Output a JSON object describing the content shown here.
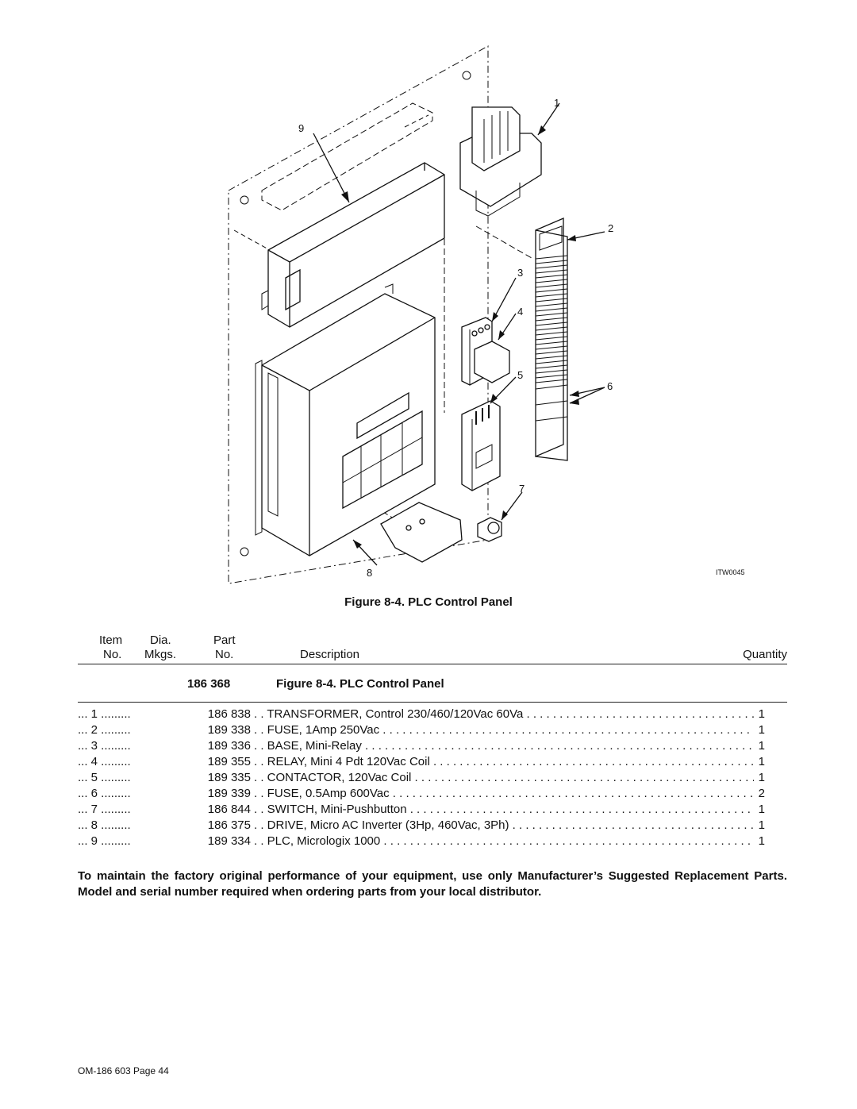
{
  "figure": {
    "callouts": [
      "1",
      "2",
      "3",
      "4",
      "5",
      "6",
      "7",
      "8",
      "9"
    ],
    "code": "ITW0045"
  },
  "figure_caption": "Figure 8-4. PLC Control Panel",
  "table": {
    "headers": {
      "item_top": "Item",
      "item_bottom": "No.",
      "dia_top": "Dia.",
      "dia_bottom": "Mkgs.",
      "part_top": "Part",
      "part_bottom": "No.",
      "description": "Description",
      "quantity": "Quantity"
    },
    "assembly_part": "186 368",
    "assembly_title": "Figure 8-4. PLC Control Panel",
    "rows": [
      {
        "item": "... 1 .........",
        "part": "186 838",
        "desc": ". . TRANSFORMER, Control 230/460/120Vac 60Va . . . . . . . . . . . . . . . . . . . . . . . . . . . . . . . . . . . . . . . .",
        "qty": "1"
      },
      {
        "item": "... 2 .........",
        "part": "189 338",
        "desc": ". . FUSE, 1Amp 250Vac . . . . . . . . . . . . . . . . . . . . . . . . . . . . . . . . . . . . . . . . . . . . . . . . . . . . . . . . . . . . . . . . .",
        "qty": "1"
      },
      {
        "item": "... 3 .........",
        "part": "189 336",
        "desc": ". . BASE, Mini-Relay . . . . . . . . . . . . . . . . . . . . . . . . . . . . . . . . . . . . . . . . . . . . . . . . . . . . . . . . . . . . . . . . . . .",
        "qty": "1"
      },
      {
        "item": "... 4 .........",
        "part": "189 355",
        "desc": ". . RELAY, Mini 4 Pdt 120Vac Coil . . . . . . . . . . . . . . . . . . . . . . . . . . . . . . . . . . . . . . . . . . . . . . . . . . . . . . .",
        "qty": "1"
      },
      {
        "item": "... 5 .........",
        "part": "189 335",
        "desc": ". . CONTACTOR, 120Vac Coil . . . . . . . . . . . . . . . . . . . . . . . . . . . . . . . . . . . . . . . . . . . . . . . . . . . . . . . . . . .",
        "qty": "1"
      },
      {
        "item": "... 6 .........",
        "part": "189 339",
        "desc": ". . FUSE, 0.5Amp 600Vac . . . . . . . . . . . . . . . . . . . . . . . . . . . . . . . . . . . . . . . . . . . . . . . . . . . . . . . . . . . . . .",
        "qty": "2"
      },
      {
        "item": "... 7 .........",
        "part": "186 844",
        "desc": ". . SWITCH, Mini-Pushbutton . . . . . . . . . . . . . . . . . . . . . . . . . . . . . . . . . . . . . . . . . . . . . . . . . . . . . . . . . . .",
        "qty": "1"
      },
      {
        "item": "... 8 .........",
        "part": "186 375",
        "desc": ". . DRIVE, Micro AC Inverter (3Hp, 460Vac, 3Ph) . . . . . . . . . . . . . . . . . . . . . . . . . . . . . . . . . . . . . . . . . .",
        "qty": "1"
      },
      {
        "item": "... 9 .........",
        "part": "189 334",
        "desc": ". . PLC, Micrologix 1000 . . . . . . . . . . . . . . . . . . . . . . . . . . . . . . . . . . . . . . . . . . . . . . . . . . . . . . . . . . . . . . . .",
        "qty": "1"
      }
    ]
  },
  "note": "To maintain the factory original performance of your equipment, use only Manufacturer’s Suggested Replacement Parts. Model and serial number required when ordering parts from your local distributor.",
  "footer": "OM-186 603 Page 44"
}
